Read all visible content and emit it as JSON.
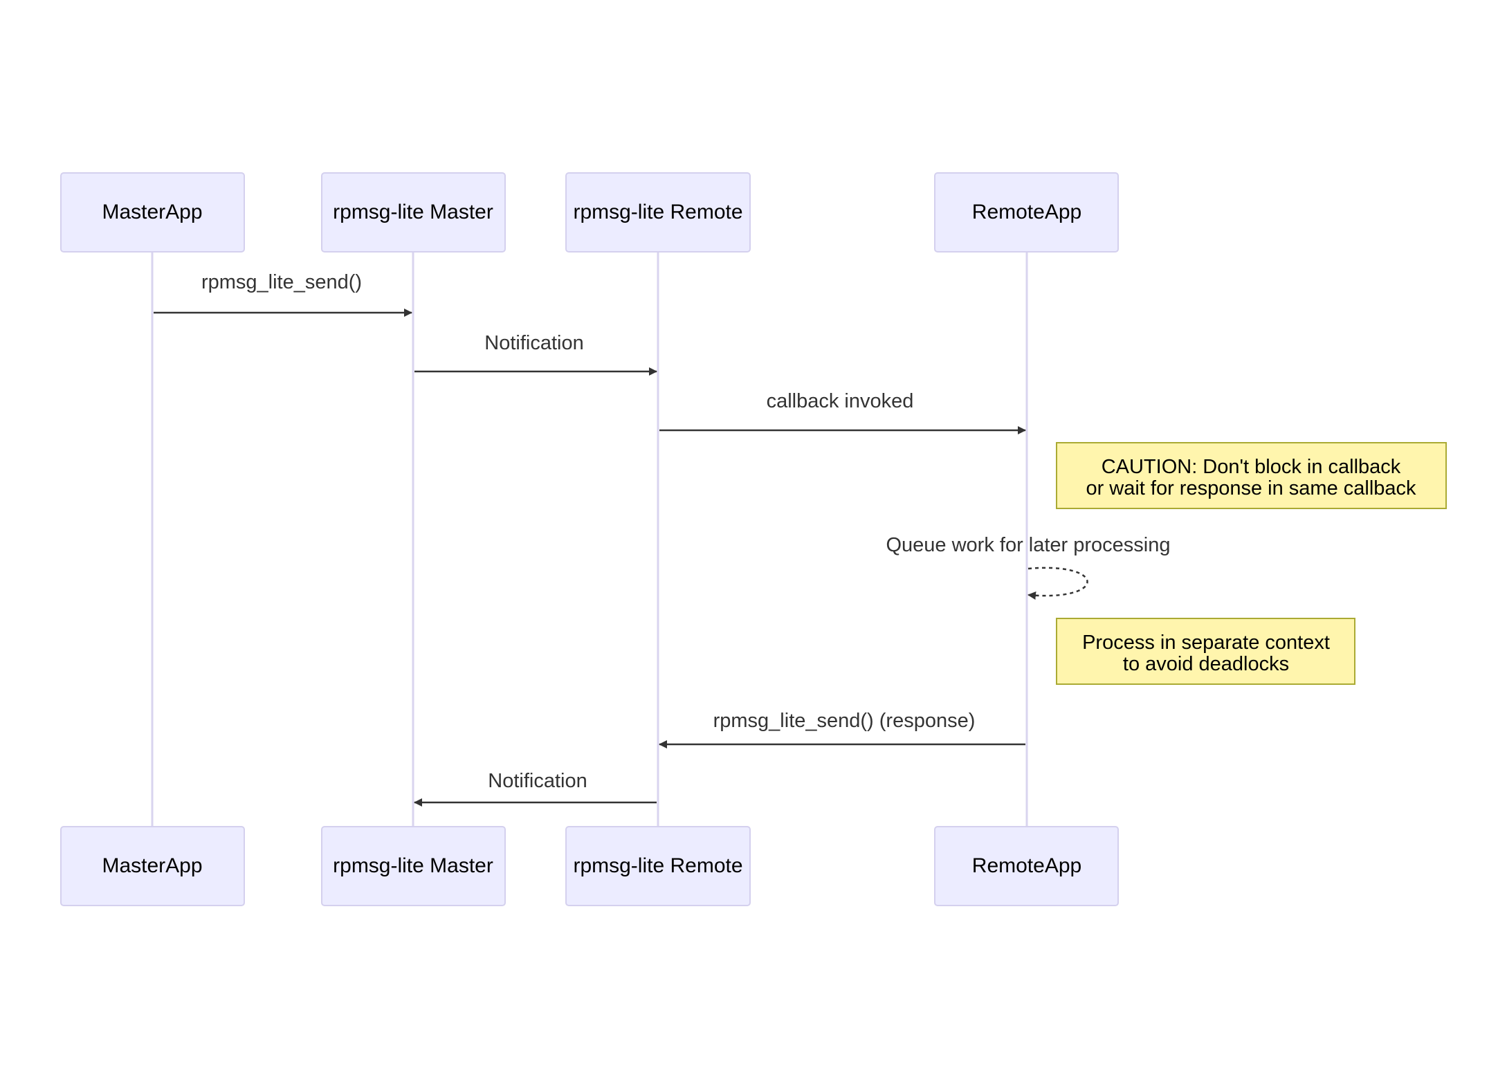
{
  "participants": [
    {
      "id": "master_app",
      "label": "MasterApp"
    },
    {
      "id": "rpmsg_master",
      "label": "rpmsg-lite Master"
    },
    {
      "id": "rpmsg_remote",
      "label": "rpmsg-lite Remote"
    },
    {
      "id": "remote_app",
      "label": "RemoteApp"
    }
  ],
  "messages": [
    {
      "from": "master_app",
      "to": "rpmsg_master",
      "label": "rpmsg_lite_send()",
      "style": "solid"
    },
    {
      "from": "rpmsg_master",
      "to": "rpmsg_remote",
      "label": "Notification",
      "style": "solid"
    },
    {
      "from": "rpmsg_remote",
      "to": "remote_app",
      "label": "callback invoked",
      "style": "solid"
    },
    {
      "from": "remote_app",
      "to": "remote_app",
      "label": "Queue work for later processing",
      "style": "dashed"
    },
    {
      "from": "remote_app",
      "to": "rpmsg_remote",
      "label": "rpmsg_lite_send() (response)",
      "style": "solid"
    },
    {
      "from": "rpmsg_remote",
      "to": "rpmsg_master",
      "label": "Notification",
      "style": "solid"
    }
  ],
  "notes": [
    {
      "position": "right of",
      "participant": "remote_app",
      "lines": [
        "CAUTION: Don't block in callback",
        "or wait for response in same callback"
      ]
    },
    {
      "position": "right of",
      "participant": "remote_app",
      "lines": [
        "Process in separate context",
        "to avoid deadlocks"
      ]
    }
  ],
  "colors": {
    "actor_fill": "#ececff",
    "actor_stroke": "#d4d0ee",
    "lifeline": "#d9d4ef",
    "message": "#333333",
    "note_fill": "#fff5ad",
    "note_stroke": "#aaaa33"
  }
}
